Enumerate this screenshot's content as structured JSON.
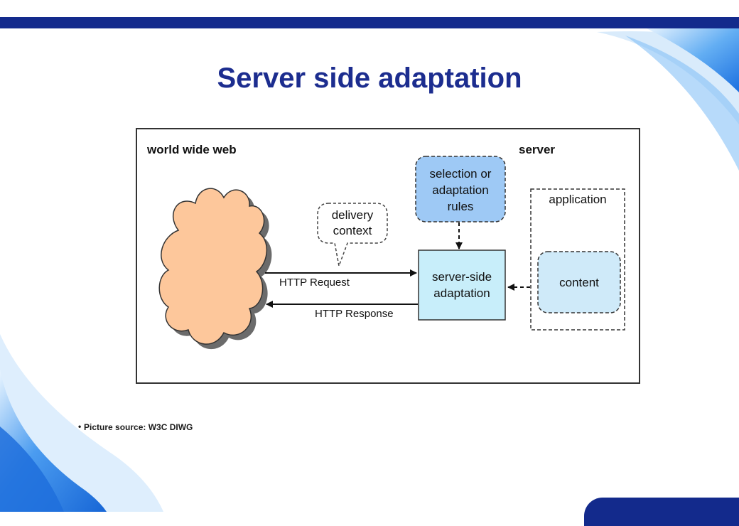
{
  "slide": {
    "title": "Server side adaptation",
    "source_note": "Picture source: W3C DIWG",
    "bullet": "•"
  },
  "diagram": {
    "label_world_wide_web": "world wide web",
    "label_server": "server",
    "rules_box": [
      "selection or",
      "adaptation",
      "rules"
    ],
    "delivery_context": [
      "delivery",
      "context"
    ],
    "adaptation_box": [
      "server-side",
      "adaptation"
    ],
    "application_label": "application",
    "content_label": "content",
    "http_request": "HTTP Request",
    "http_response": "HTTP Response"
  },
  "colors": {
    "brand_navy": "#132a8c",
    "title_blue": "#1c2d8f",
    "cloud_fill": "#fdc79b",
    "rules_fill": "#9ec9f5",
    "adaptation_fill": "#c8eefa",
    "content_fill": "#cfeaf9"
  }
}
